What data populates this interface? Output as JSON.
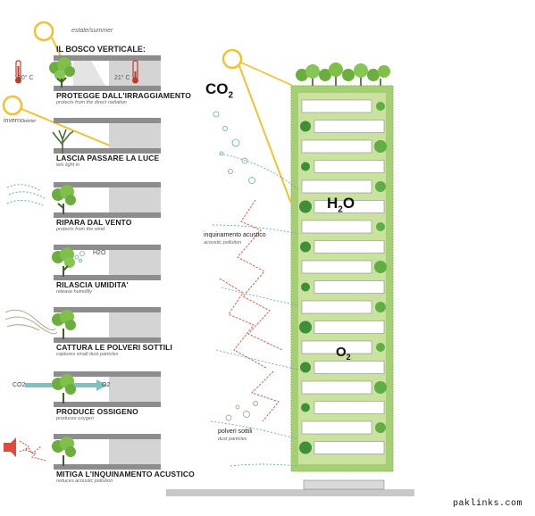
{
  "season_summer": "estate/summer",
  "season_winter_main": "inverno",
  "season_winter_sub": "winter",
  "title": "IL BOSCO VERTICALE:",
  "temp_hot": "30° C",
  "temp_cool": "21° C",
  "panels": [
    {
      "main": "PROTEGGE DALL'IRRAGGIAMENTO",
      "sub": "protects from the direct radiation"
    },
    {
      "main": "LASCIA PASSARE LA LUCE",
      "sub": "lets light in"
    },
    {
      "main": "RIPARA  DAL VENTO",
      "sub": "protects from the wind"
    },
    {
      "main": "RILASCIA UMIDITA'",
      "sub": "release humidity"
    },
    {
      "main": "CATTURA LE POLVERI SOTTILI",
      "sub": "captures small dust particles"
    },
    {
      "main": "PRODUCE OSSIGENO",
      "sub": "produces oxygen"
    },
    {
      "main": "MITIGA L'INQUINAMENTO ACUSTICO",
      "sub": "reduces acoustic pollution"
    }
  ],
  "h2o_small": "H2O",
  "co2_small": "CO2",
  "o2_small": "O2",
  "co2_big": "CO",
  "co2_big_sub": "2",
  "h2o_big_a": "H",
  "h2o_big_sub": "2",
  "h2o_big_b": "O",
  "o2_big": "O",
  "o2_big_sub": "2",
  "acoustic_main": "inquinamento acustico",
  "acoustic_sub": "acoustic pollution",
  "dust_main": "polveri sottili",
  "dust_sub": "dust particles",
  "watermark": "paklinks.com",
  "colors": {
    "tree": "#6cae3e",
    "sun": "#f2c232",
    "facade": "#a6ce74",
    "wind": "#6aa8b8",
    "noise": "#e04a3a",
    "oxygen": "#7cc3c0"
  }
}
